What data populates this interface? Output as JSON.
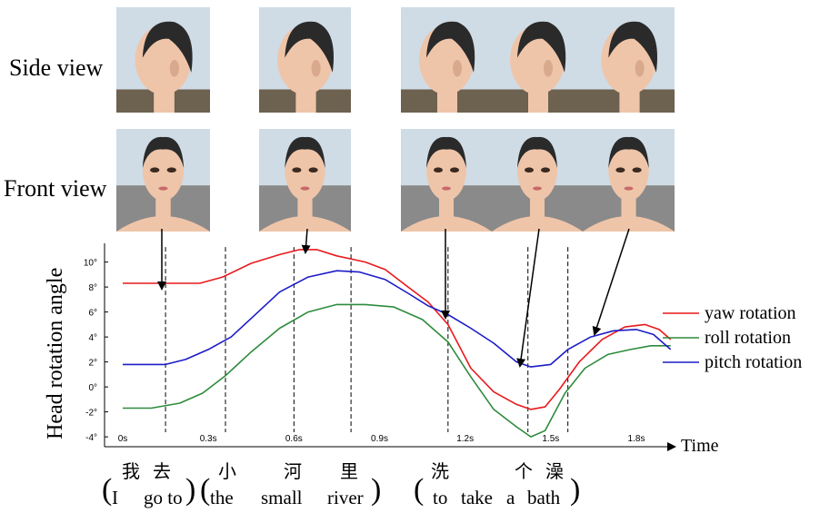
{
  "labels": {
    "side_view": "Side view",
    "front_view": "Front view"
  },
  "chart_data": {
    "type": "line",
    "ylabel": "Head rotation angle",
    "xlabel": "Time",
    "ylim": [
      -4.5,
      11.5
    ],
    "xlim": [
      0,
      1.9
    ],
    "y_ticks": [
      {
        "v": 10,
        "label": "10°"
      },
      {
        "v": 8,
        "label": "8°"
      },
      {
        "v": 6,
        "label": "6°"
      },
      {
        "v": 4,
        "label": "4°"
      },
      {
        "v": 2,
        "label": "2°"
      },
      {
        "v": 0,
        "label": "0°"
      },
      {
        "v": -2,
        "label": "-2°"
      },
      {
        "v": -4,
        "label": "-4°"
      }
    ],
    "x_ticks": [
      {
        "v": 0,
        "label": "0s"
      },
      {
        "v": 0.3,
        "label": "0.3s"
      },
      {
        "v": 0.6,
        "label": "0.6s"
      },
      {
        "v": 0.9,
        "label": "0.9s"
      },
      {
        "v": 1.2,
        "label": "1.2s"
      },
      {
        "v": 1.5,
        "label": "1.5s"
      },
      {
        "v": 1.8,
        "label": "1.8s"
      }
    ],
    "markers": [
      0.15,
      0.36,
      0.6,
      0.8,
      1.14,
      1.42,
      1.56
    ],
    "series": [
      {
        "name": "yaw rotation",
        "color": "#e8191c",
        "points": [
          [
            0,
            8.3
          ],
          [
            0.15,
            8.3
          ],
          [
            0.27,
            8.3
          ],
          [
            0.35,
            8.8
          ],
          [
            0.45,
            9.9
          ],
          [
            0.55,
            10.6
          ],
          [
            0.62,
            11.0
          ],
          [
            0.68,
            11.0
          ],
          [
            0.75,
            10.5
          ],
          [
            0.85,
            10.0
          ],
          [
            0.92,
            9.4
          ],
          [
            1.0,
            8.0
          ],
          [
            1.07,
            6.8
          ],
          [
            1.14,
            5.0
          ],
          [
            1.22,
            1.5
          ],
          [
            1.3,
            -0.4
          ],
          [
            1.38,
            -1.4
          ],
          [
            1.43,
            -1.8
          ],
          [
            1.48,
            -1.6
          ],
          [
            1.53,
            -0.2
          ],
          [
            1.6,
            2.0
          ],
          [
            1.68,
            3.8
          ],
          [
            1.76,
            4.8
          ],
          [
            1.83,
            5.0
          ],
          [
            1.88,
            4.6
          ],
          [
            1.92,
            3.8
          ]
        ]
      },
      {
        "name": "roll rotation",
        "color": "#2e8b3c",
        "points": [
          [
            0,
            -1.7
          ],
          [
            0.1,
            -1.7
          ],
          [
            0.2,
            -1.3
          ],
          [
            0.28,
            -0.5
          ],
          [
            0.36,
            0.9
          ],
          [
            0.45,
            2.8
          ],
          [
            0.55,
            4.7
          ],
          [
            0.65,
            6.0
          ],
          [
            0.75,
            6.6
          ],
          [
            0.85,
            6.6
          ],
          [
            0.95,
            6.4
          ],
          [
            1.05,
            5.4
          ],
          [
            1.14,
            3.6
          ],
          [
            1.22,
            0.8
          ],
          [
            1.3,
            -1.8
          ],
          [
            1.38,
            -3.2
          ],
          [
            1.43,
            -4.0
          ],
          [
            1.48,
            -3.5
          ],
          [
            1.55,
            -0.5
          ],
          [
            1.62,
            1.5
          ],
          [
            1.7,
            2.6
          ],
          [
            1.78,
            3.0
          ],
          [
            1.85,
            3.3
          ],
          [
            1.92,
            3.3
          ]
        ]
      },
      {
        "name": "pitch rotation",
        "color": "#1c1cc8",
        "points": [
          [
            0,
            1.8
          ],
          [
            0.15,
            1.8
          ],
          [
            0.22,
            2.2
          ],
          [
            0.3,
            3.0
          ],
          [
            0.38,
            4.0
          ],
          [
            0.46,
            5.7
          ],
          [
            0.55,
            7.6
          ],
          [
            0.65,
            8.8
          ],
          [
            0.75,
            9.3
          ],
          [
            0.83,
            9.2
          ],
          [
            0.92,
            8.6
          ],
          [
            1.0,
            7.5
          ],
          [
            1.07,
            6.5
          ],
          [
            1.14,
            5.8
          ],
          [
            1.22,
            4.7
          ],
          [
            1.3,
            3.5
          ],
          [
            1.38,
            2.0
          ],
          [
            1.43,
            1.6
          ],
          [
            1.5,
            1.8
          ],
          [
            1.56,
            3.0
          ],
          [
            1.64,
            4.0
          ],
          [
            1.72,
            4.5
          ],
          [
            1.8,
            4.6
          ],
          [
            1.86,
            4.2
          ],
          [
            1.92,
            3.0
          ]
        ]
      }
    ]
  },
  "words_cn": [
    "我",
    "去",
    "小",
    "河",
    "里",
    "洗",
    "个",
    "澡"
  ],
  "words_en": [
    "I",
    "go to",
    "the",
    "small",
    "river",
    "to",
    "take",
    "a",
    "bath"
  ],
  "colors": {
    "skin": "#efc5a9",
    "hair": "#2a2a2a",
    "bg_top": "#cfdce6",
    "bg_ground": "#6d6150"
  }
}
